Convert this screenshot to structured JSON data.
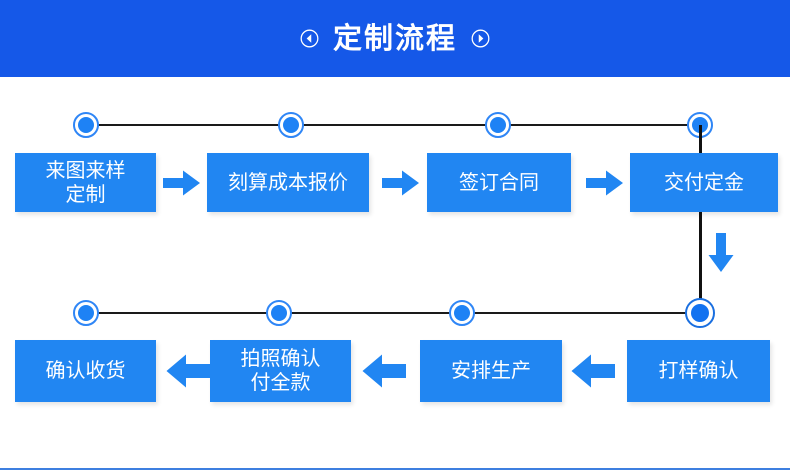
{
  "header": {
    "title": "定制流程",
    "left_icon": "chevron-left-circle-icon",
    "right_icon": "chevron-right-circle-icon",
    "background_color": "#1558e8",
    "text_color": "#ffffff"
  },
  "theme": {
    "box_color": "#2186f2",
    "node_fill": "#1e82f5",
    "node_ring": "#2f86f6",
    "arrow_color": "#2186f2",
    "rail_color": "#1a1a1a",
    "bottom_rule_color": "#3d7fe0"
  },
  "flow": {
    "row1": {
      "direction": "right",
      "steps": [
        {
          "label": "来图来样\n定制",
          "index": 1
        },
        {
          "label": "刻算成本报价",
          "index": 2
        },
        {
          "label": "签订合同",
          "index": 3
        },
        {
          "label": "交付定金",
          "index": 4
        }
      ]
    },
    "row2": {
      "direction": "left",
      "steps": [
        {
          "label": "确认收货",
          "index": 8
        },
        {
          "label": "拍照确认\n付全款",
          "index": 7
        },
        {
          "label": "安排生产",
          "index": 6
        },
        {
          "label": "打样确认",
          "index": 5
        }
      ]
    },
    "connector": {
      "icon": "arrow-down-icon",
      "from": "交付定金",
      "to": "打样确认"
    }
  }
}
